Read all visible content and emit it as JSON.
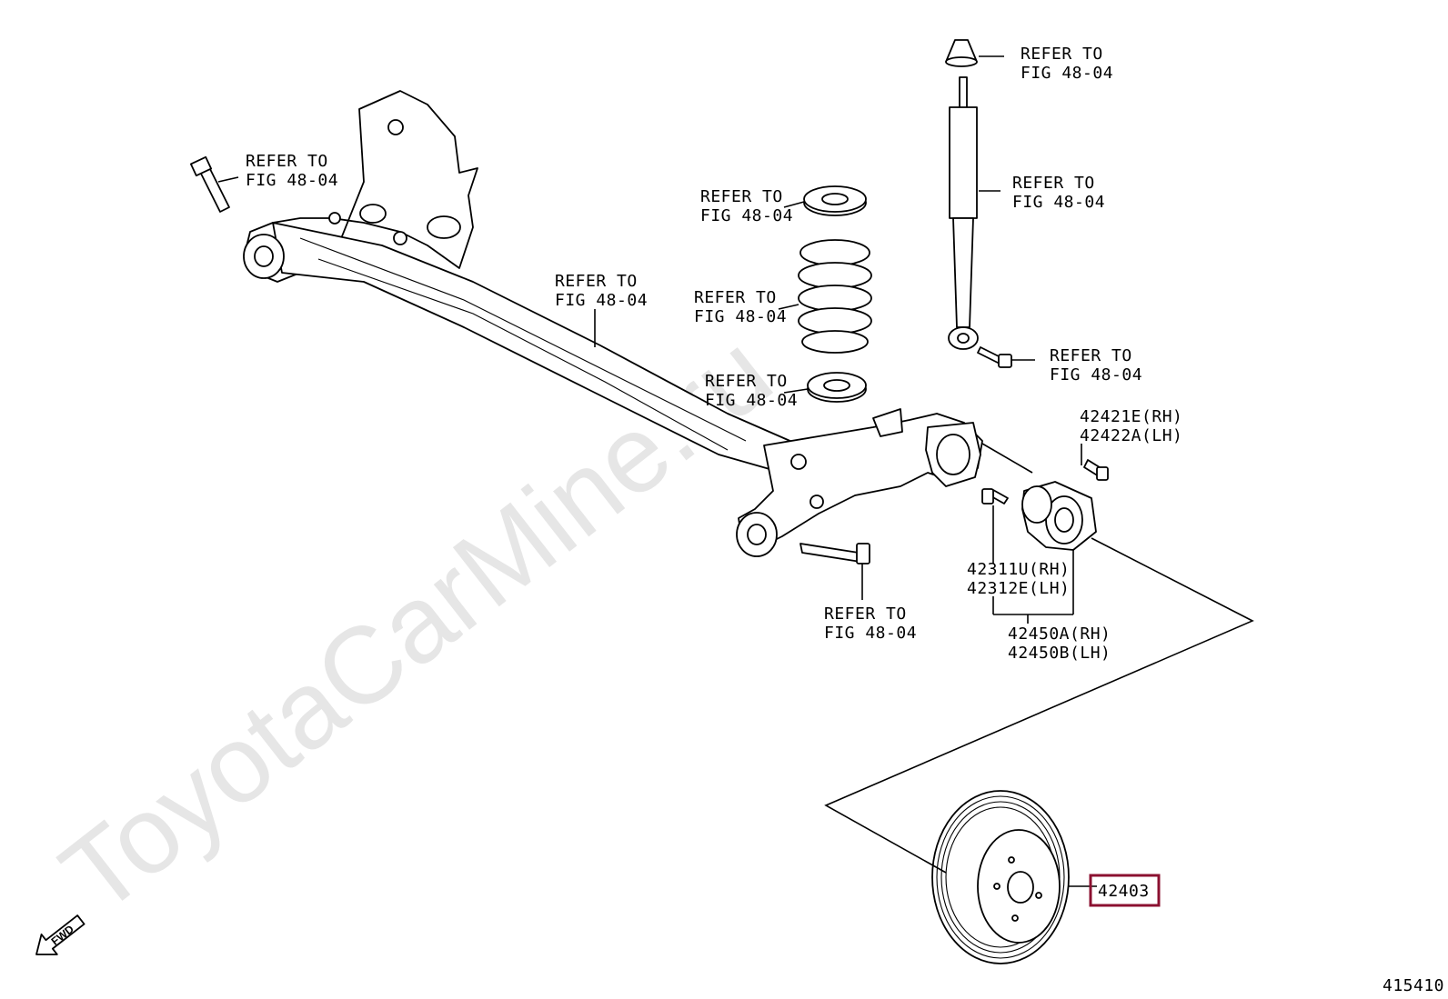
{
  "watermark": "ToyotaCarMine.ru",
  "figure_number": "415410",
  "fwd_label": "FWD",
  "callouts": {
    "bolt_left": [
      "REFER TO",
      "FIG 48-04"
    ],
    "axle_beam": [
      "REFER TO",
      "FIG 48-04"
    ],
    "upper_seat": [
      "REFER TO",
      "FIG 48-04"
    ],
    "coil_spring": [
      "REFER TO",
      "FIG 48-04"
    ],
    "lower_seat": [
      "REFER TO",
      "FIG 48-04"
    ],
    "bump_stopper": [
      "REFER TO",
      "FIG 48-04"
    ],
    "shock_absorber": [
      "REFER TO",
      "FIG 48-04"
    ],
    "shock_bolt": [
      "REFER TO",
      "FIG 48-04"
    ],
    "beam_bolt": [
      "REFER TO",
      "FIG 48-04"
    ]
  },
  "parts": {
    "hub_bolt": [
      "42421E(RH)",
      "42422A(LH)"
    ],
    "hub_bearing": [
      "42311U(RH)",
      "42312E(LH)"
    ],
    "hub_assembly": [
      "42450A(RH)",
      "42450B(LH)"
    ],
    "brake_drum": "42403"
  },
  "highlight_color": "#8b1030"
}
